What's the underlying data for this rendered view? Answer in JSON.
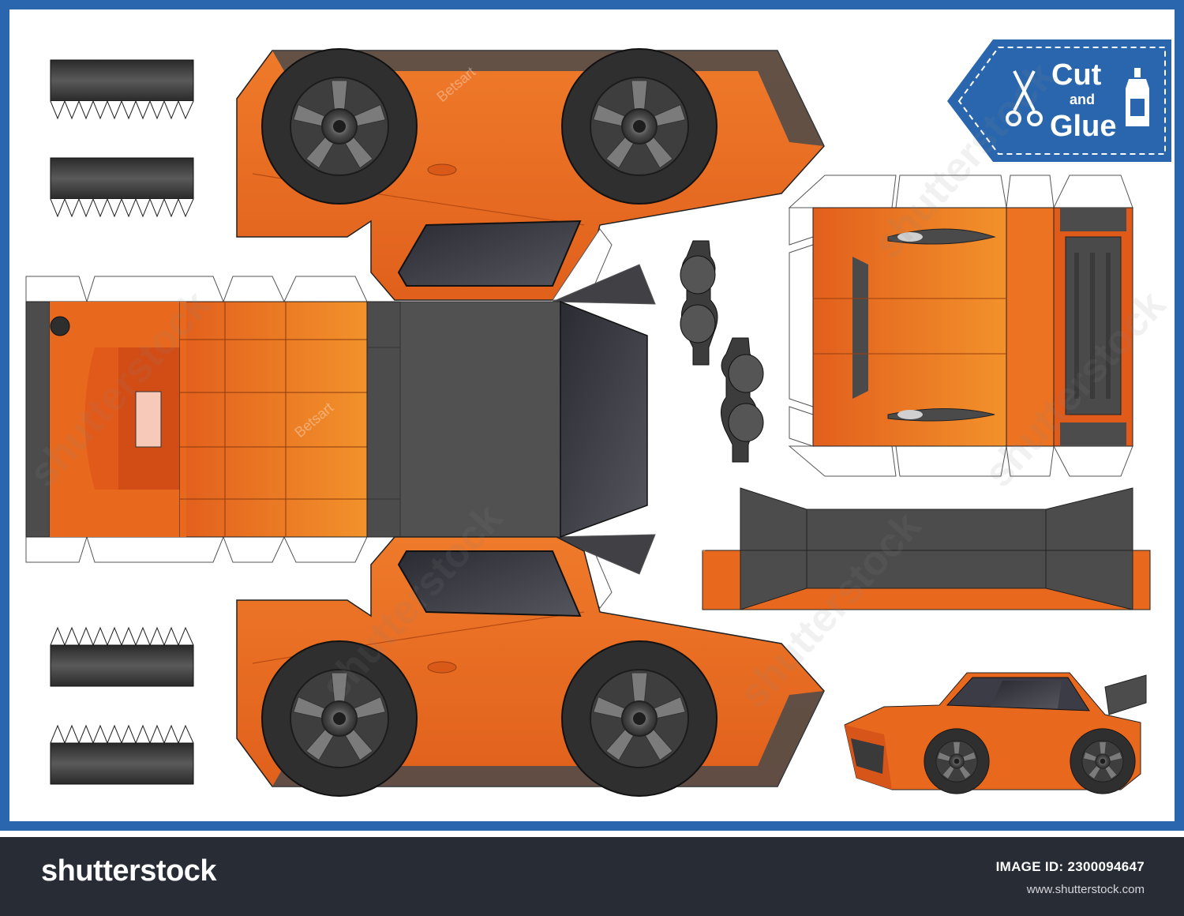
{
  "tag": {
    "line1": "Cut",
    "line2": "and",
    "line3": "Glue",
    "icons": [
      "scissors-icon",
      "glue-bottle-icon"
    ]
  },
  "watermarks": {
    "brand": "shutterstock",
    "author": "Betsart"
  },
  "footer": {
    "logo": "shutterstock",
    "image_id_label": "IMAGE ID:",
    "image_id_value": "2300094647",
    "url": "www.shutterstock.com"
  },
  "colors": {
    "border": "#2a66ad",
    "car_orange": "#e8691e",
    "car_orange_light": "#f08a2a",
    "dark_gray": "#4c4c4c",
    "tab_white": "#ffffff",
    "footer_bg": "#282c35"
  }
}
